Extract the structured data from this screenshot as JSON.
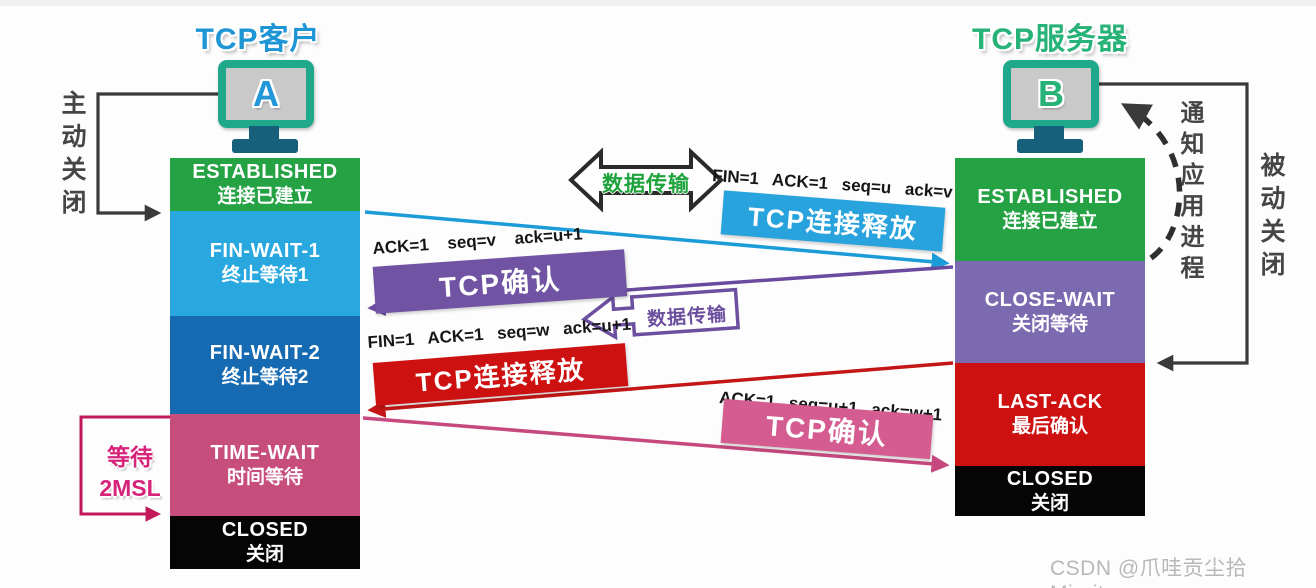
{
  "client": {
    "title": "TCP客户",
    "host_letter": "A",
    "close_label": "主动关闭",
    "wait_label_line1": "等待",
    "wait_label_line2": "2MSL",
    "states": [
      {
        "en": "ESTABLISHED",
        "zh": "连接已建立",
        "color": "#25a244"
      },
      {
        "en": "FIN-WAIT-1",
        "zh": "终止等待1",
        "color": "#29a8e0"
      },
      {
        "en": "FIN-WAIT-2",
        "zh": "终止等待2",
        "color": "#156ab2"
      },
      {
        "en": "TIME-WAIT",
        "zh": "时间等待",
        "color": "#c74e7c"
      },
      {
        "en": "CLOSED",
        "zh": "关闭",
        "color": "#050505"
      }
    ]
  },
  "server": {
    "title": "TCP服务器",
    "host_letter": "B",
    "close_label": "被动关闭",
    "notify_label": "通知应用进程",
    "states": [
      {
        "en": "ESTABLISHED",
        "zh": "连接已建立",
        "color": "#25a244"
      },
      {
        "en": "CLOSE-WAIT",
        "zh": "关闭等待",
        "color": "#7c6ab0"
      },
      {
        "en": "LAST-ACK",
        "zh": "最后确认",
        "color": "#cd1010"
      },
      {
        "en": "CLOSED",
        "zh": "关闭",
        "color": "#050505"
      }
    ]
  },
  "messages": [
    {
      "params": "FIN=1 ACK=1 seq=u ack=v",
      "label": "TCP连接释放",
      "color": "#29a3dd",
      "direction": "client-to-server"
    },
    {
      "params": "ACK=1 seq=v ack=u+1",
      "label": "TCP确认",
      "color": "#7153a3",
      "direction": "server-to-client"
    },
    {
      "params": "FIN=1 ACK=1 seq=w ack=u+1",
      "label": "TCP连接释放",
      "color": "#cd1111",
      "direction": "server-to-client"
    },
    {
      "params": "ACK=1 seq=u+1 ack=w+1",
      "label": "TCP确认",
      "color": "#d55c90",
      "direction": "client-to-server"
    }
  ],
  "data_transfer": {
    "label1": "数据传输",
    "label2": "数据传输"
  },
  "watermark": "CSDN @爪哇贡尘拾Miraitow"
}
